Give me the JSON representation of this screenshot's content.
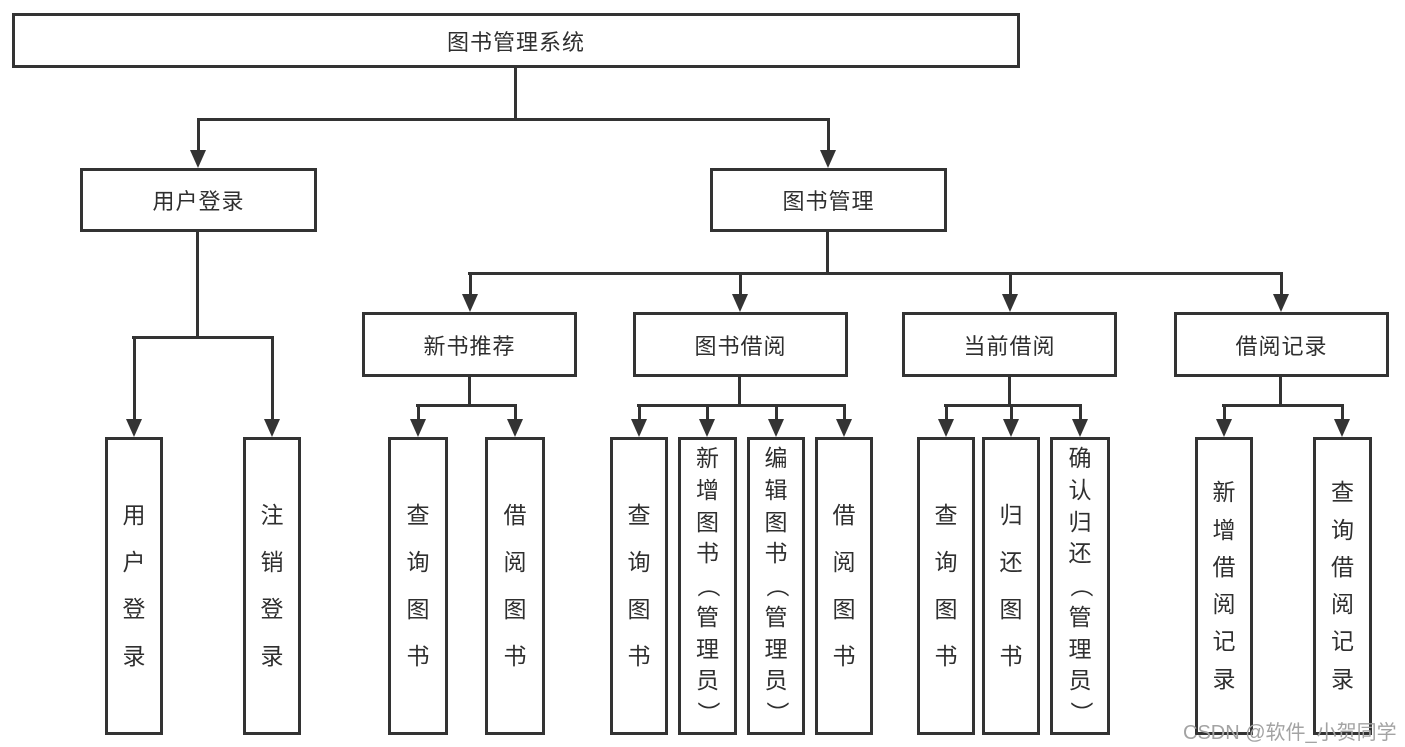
{
  "title": "图书管理系统",
  "level2": {
    "user_login": "用户登录",
    "book_management": "图书管理"
  },
  "level3": {
    "new_book_recommend": "新书推荐",
    "book_borrowing": "图书借阅",
    "current_borrowing": "当前借阅",
    "borrowing_records": "借阅记录"
  },
  "leaves": {
    "user_login": "用户登录",
    "logout": "注销登录",
    "recommend_query_books": "查询图书",
    "recommend_borrow_books": "借阅图书",
    "borrowing_query_books": "查询图书",
    "borrowing_add_book_admin": "新增图书（管理员）",
    "borrowing_edit_book_admin": "编辑图书（管理员）",
    "borrowing_borrow_books": "借阅图书",
    "current_query_books": "查询图书",
    "current_return_books": "归还图书",
    "current_confirm_return_admin": "确认归还（管理员）",
    "records_add_record": "新增借阅记录",
    "records_query_record": "查询借阅记录"
  },
  "watermark": "CSDN @软件_小贺同学",
  "colors": {
    "line": "#333333",
    "text": "#2f2f2f",
    "watermark": "#a3a3a3",
    "background": "#ffffff"
  }
}
